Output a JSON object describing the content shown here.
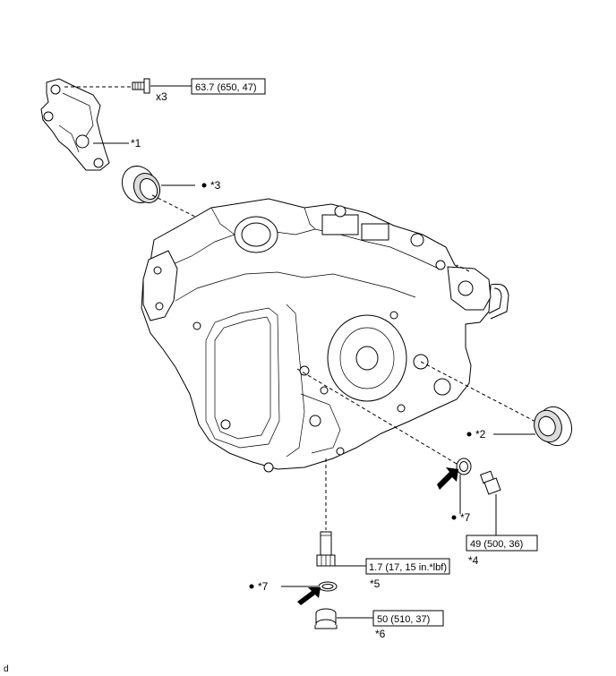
{
  "callouts": {
    "p1": "*1",
    "p2": "*2",
    "p3": "*3",
    "p4": "*4",
    "p5": "*5",
    "p6": "*6",
    "p7a": "*7",
    "p7b": "*7"
  },
  "quantity_mark": "x3",
  "torque": {
    "bracket_bolt": "63.7 (650, 47)",
    "plug_4": "49 (500, 36)",
    "tube_5": "1.7 (17, 15 in.*lbf)",
    "plug_6": "50 (510, 37)"
  },
  "footer_code": "d"
}
